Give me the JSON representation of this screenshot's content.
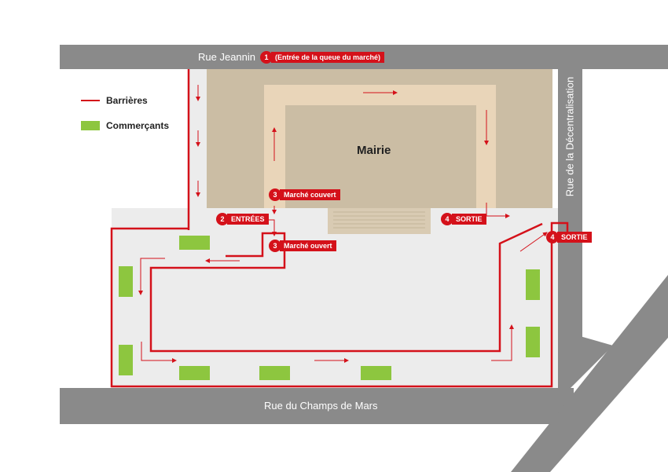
{
  "streets": {
    "top": "Rue Jeannin",
    "bottom": "Rue du Champs de Mars",
    "right": "Rue de la Décentralisation"
  },
  "building": {
    "name": "Mairie"
  },
  "legend": {
    "barriers": "Barrières",
    "vendors": "Commerçants"
  },
  "markers": [
    {
      "num": "1",
      "label": "(Entrée de la queue du marché)"
    },
    {
      "num": "2",
      "label": "ENTRÉES"
    },
    {
      "num": "3",
      "label": "Marché couvert"
    },
    {
      "num": "3",
      "label": "Marché ouvert"
    },
    {
      "num": "4",
      "label": "SORTIE"
    },
    {
      "num": "4",
      "label": "SORTIE"
    }
  ],
  "colors": {
    "street": "#8a8a8a",
    "square": "#ececec",
    "building_outer": "#cbbda4",
    "building_walkway": "#e9d5b9",
    "building_inner": "#cbbda4",
    "barrier": "#d4111a",
    "vendor": "#8dc63f",
    "steps": "#d9cbb3"
  },
  "icons": [
    "flow-arrow-icon"
  ]
}
